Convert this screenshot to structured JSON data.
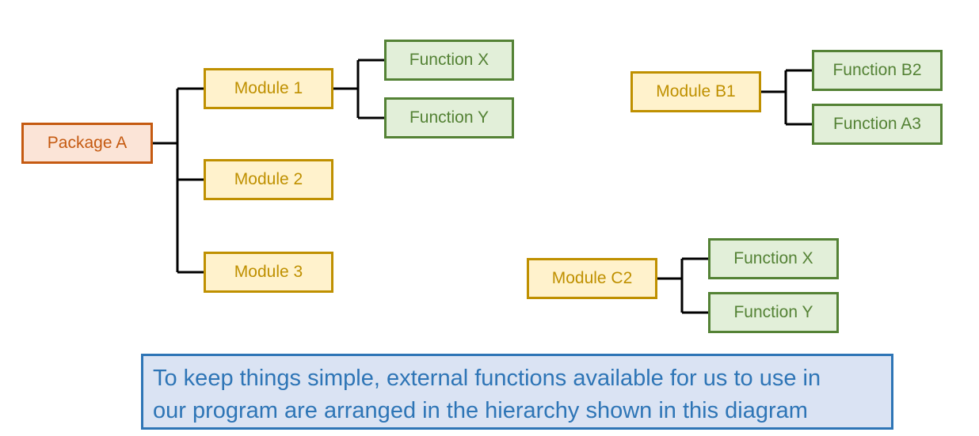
{
  "tree_a": {
    "package": "Package A",
    "modules": [
      "Module 1",
      "Module 2",
      "Module 3"
    ],
    "module1_functions": [
      "Function X",
      "Function Y"
    ]
  },
  "tree_b": {
    "module": "Module B1",
    "functions": [
      "Function B2",
      "Function A3"
    ]
  },
  "tree_c": {
    "module": "Module C2",
    "functions": [
      "Function X",
      "Function Y"
    ]
  },
  "note": {
    "line1": "To keep things simple, external functions available for us to use in",
    "line2": "our program are arranged in the hierarchy shown in this diagram"
  },
  "colors": {
    "package_fill": "#fbe4d7",
    "package_border": "#c55a11",
    "module_fill": "#fff2cc",
    "module_border": "#bf9000",
    "function_fill": "#e2efd9",
    "function_border": "#548235",
    "note_fill": "#dae3f3",
    "note_border": "#2e75b6",
    "connector": "#000000"
  }
}
